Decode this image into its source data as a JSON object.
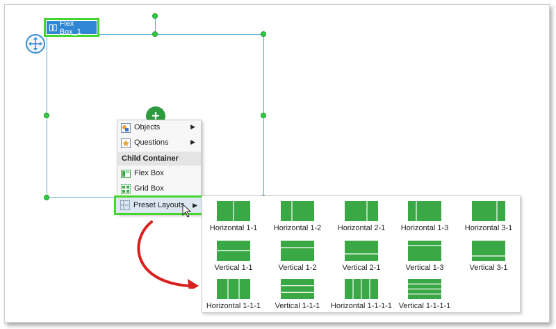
{
  "flexbox_tag": {
    "label": "Flex Box_1"
  },
  "context_menu": {
    "items": [
      {
        "label": "Objects",
        "has_submenu": true
      },
      {
        "label": "Questions",
        "has_submenu": true
      }
    ],
    "section_header": "Child Container",
    "container_items": [
      {
        "label": "Flex Box"
      },
      {
        "label": "Grid Box"
      }
    ],
    "preset": {
      "label": "Preset Layouts",
      "has_submenu": true
    }
  },
  "preset_layouts": [
    {
      "label": "Horizontal 1-1"
    },
    {
      "label": "Horizontal 1-2"
    },
    {
      "label": "Horizontal 2-1"
    },
    {
      "label": "Horizontal 1-3"
    },
    {
      "label": "Horizontal 3-1"
    },
    {
      "label": "Vertical 1-1"
    },
    {
      "label": "Vertical 1-2"
    },
    {
      "label": "Vertical 2-1"
    },
    {
      "label": "Vertical 1-3"
    },
    {
      "label": "Vertical 3-1"
    },
    {
      "label": "Horizontal 1-1-1"
    },
    {
      "label": "Vertical 1-1-1"
    },
    {
      "label": "Horizontal 1-1-1-1"
    },
    {
      "label": "Vertical 1-1-1-1"
    }
  ],
  "colors": {
    "layout_green": "#3aa845",
    "highlight_green": "#44d62c",
    "selection_blue": "#5aa9d6",
    "tag_blue": "#2f86d2",
    "arrow_red": "#d9201e"
  },
  "icons": {
    "move": "move-arrows-icon",
    "add": "plus-icon",
    "objects": "objects-icon",
    "questions": "questions-icon",
    "flex_box": "flex-box-icon",
    "grid_box": "grid-box-icon",
    "preset": "preset-layouts-icon",
    "cursor": "mouse-pointer-icon"
  }
}
